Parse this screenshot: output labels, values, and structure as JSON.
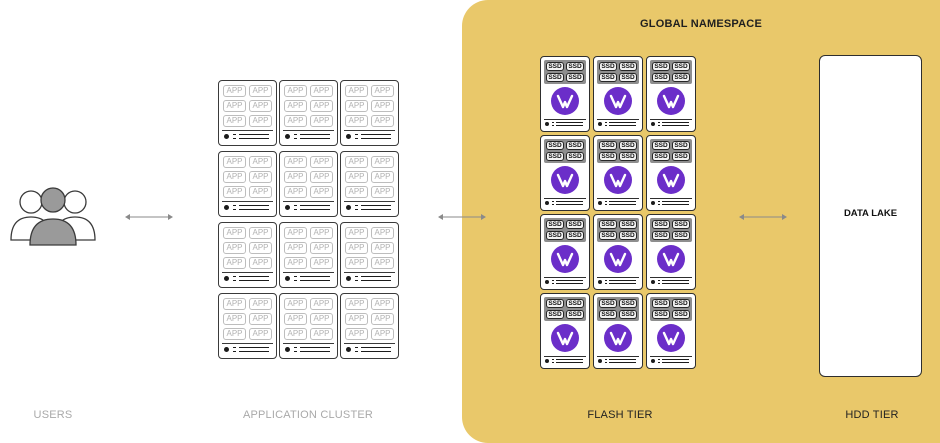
{
  "namespace": {
    "title": "GLOBAL NAMESPACE"
  },
  "captions": {
    "users": "USERS",
    "application_cluster": "APPLICATION CLUSTER",
    "flash_tier": "FLASH TIER",
    "hdd_tier": "HDD TIER"
  },
  "app_server": {
    "chip_label": "APP",
    "chips_per_server": 6
  },
  "app_cluster": {
    "rows": 4,
    "cols": 3
  },
  "flash_node": {
    "chip_label": "SSD",
    "chips_per_node": 4,
    "logo_icon": "vast-logo-icon"
  },
  "flash_cluster": {
    "rows": 4,
    "cols": 3
  },
  "data_lake": {
    "label": "DATA LAKE"
  },
  "icons": {
    "users": "users-group-icon",
    "arrow": "double-arrow-icon"
  },
  "colors": {
    "namespace_bg": "#e9c86a",
    "logo_purple": "#6b2ec9",
    "caption_gray": "#a9a9a9",
    "ssd_panel": "#8e8e8e"
  }
}
